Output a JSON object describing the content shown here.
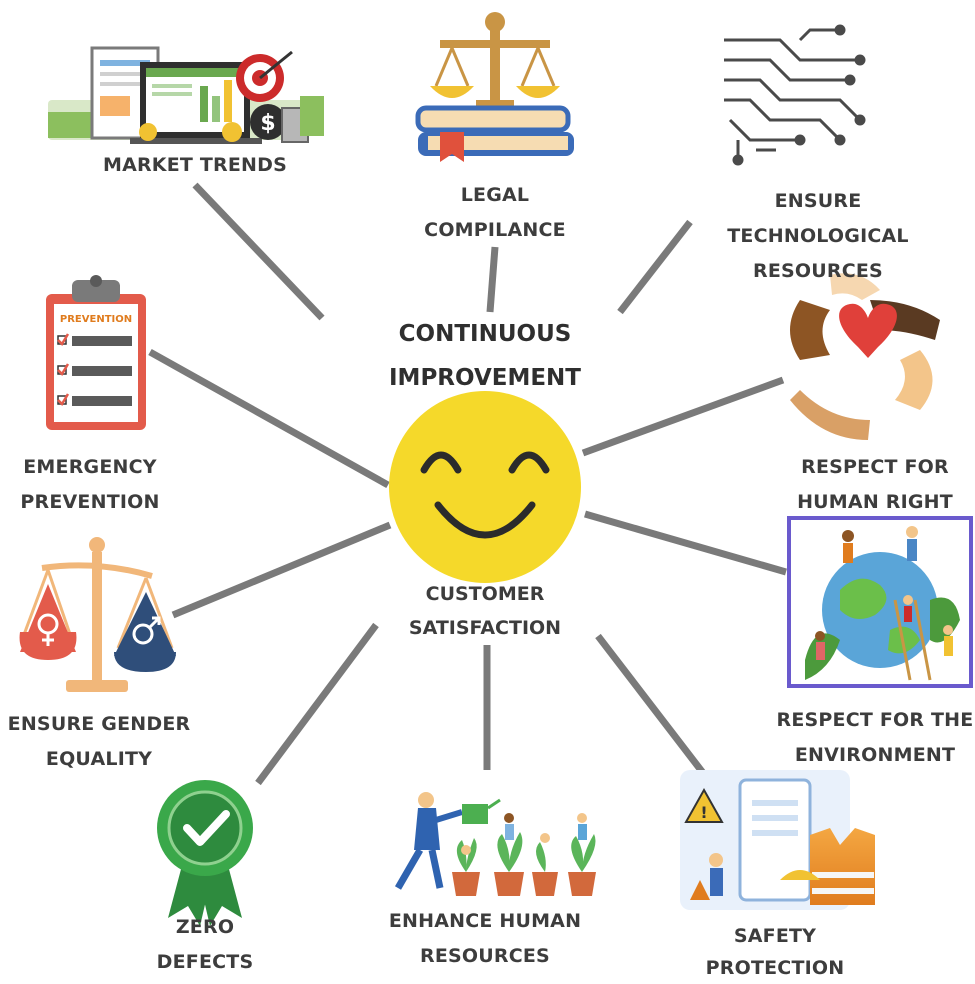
{
  "center": {
    "title": "CONTINUOUS\nIMPROVEMENT",
    "subtitle": "CUSTOMER\nSATISFACTION",
    "face_icon": "smiley-face-icon",
    "face_color": "#f5d92a"
  },
  "connector_color": "#7a7a7a",
  "nodes": [
    {
      "id": "market-trends",
      "label": "MARKET TRENDS",
      "icon": "market-dashboard-icon"
    },
    {
      "id": "legal-compliance",
      "label": "LEGAL\nCOMPILANCE",
      "icon": "scales-of-justice-icon"
    },
    {
      "id": "technological-resources",
      "label": "ENSURE TECHNOLOGICAL\nRESOURCES",
      "icon": "circuit-board-icon"
    },
    {
      "id": "human-right",
      "label": "RESPECT FOR\nHUMAN RIGHT",
      "icon": "hands-heart-icon"
    },
    {
      "id": "environment",
      "label": "RESPECT FOR THE\nENVIRONMENT",
      "icon": "earth-people-icon"
    },
    {
      "id": "safety-protection",
      "label": "SAFETY\nPROTECTION",
      "icon": "safety-vest-icon"
    },
    {
      "id": "human-resources",
      "label": "ENHANCE HUMAN\nRESOURCES",
      "icon": "watering-plants-icon"
    },
    {
      "id": "zero-defects",
      "label": "ZERO\nDEFECTS",
      "icon": "checkmark-badge-icon"
    },
    {
      "id": "gender-equality",
      "label": "ENSURE GENDER\nEQUALITY",
      "icon": "gender-balance-icon"
    },
    {
      "id": "emergency-prevention",
      "label": "EMERGENCY\nPREVENTION",
      "icon": "prevention-clipboard-icon",
      "icon_text": "PREVENTION"
    }
  ]
}
